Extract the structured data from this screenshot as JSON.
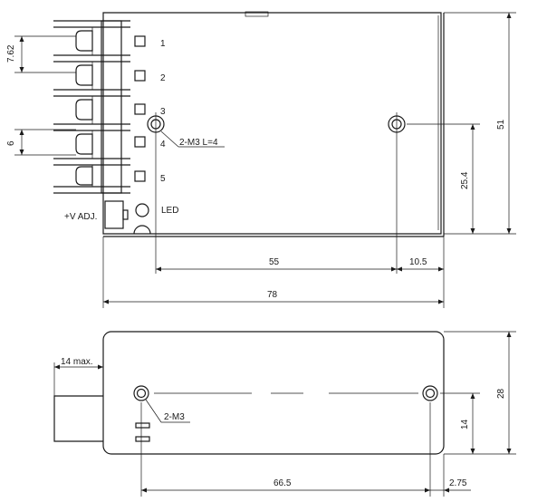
{
  "top_view": {
    "terminal_numbers": [
      "1",
      "2",
      "3",
      "4",
      "5"
    ],
    "pitch_label": "7.62",
    "gap_label": "6",
    "mount_label": "2-M3 L=4",
    "adj_label": "+V ADJ.",
    "led_label": "LED",
    "dim_55": "55",
    "dim_10_5": "10.5",
    "dim_78": "78",
    "dim_25_4": "25.4",
    "dim_51": "51"
  },
  "side_view": {
    "max_label": "14 max.",
    "mount_label": "2-M3",
    "dim_66_5": "66.5",
    "dim_2_75": "2.75",
    "dim_14": "14",
    "dim_28": "28"
  }
}
